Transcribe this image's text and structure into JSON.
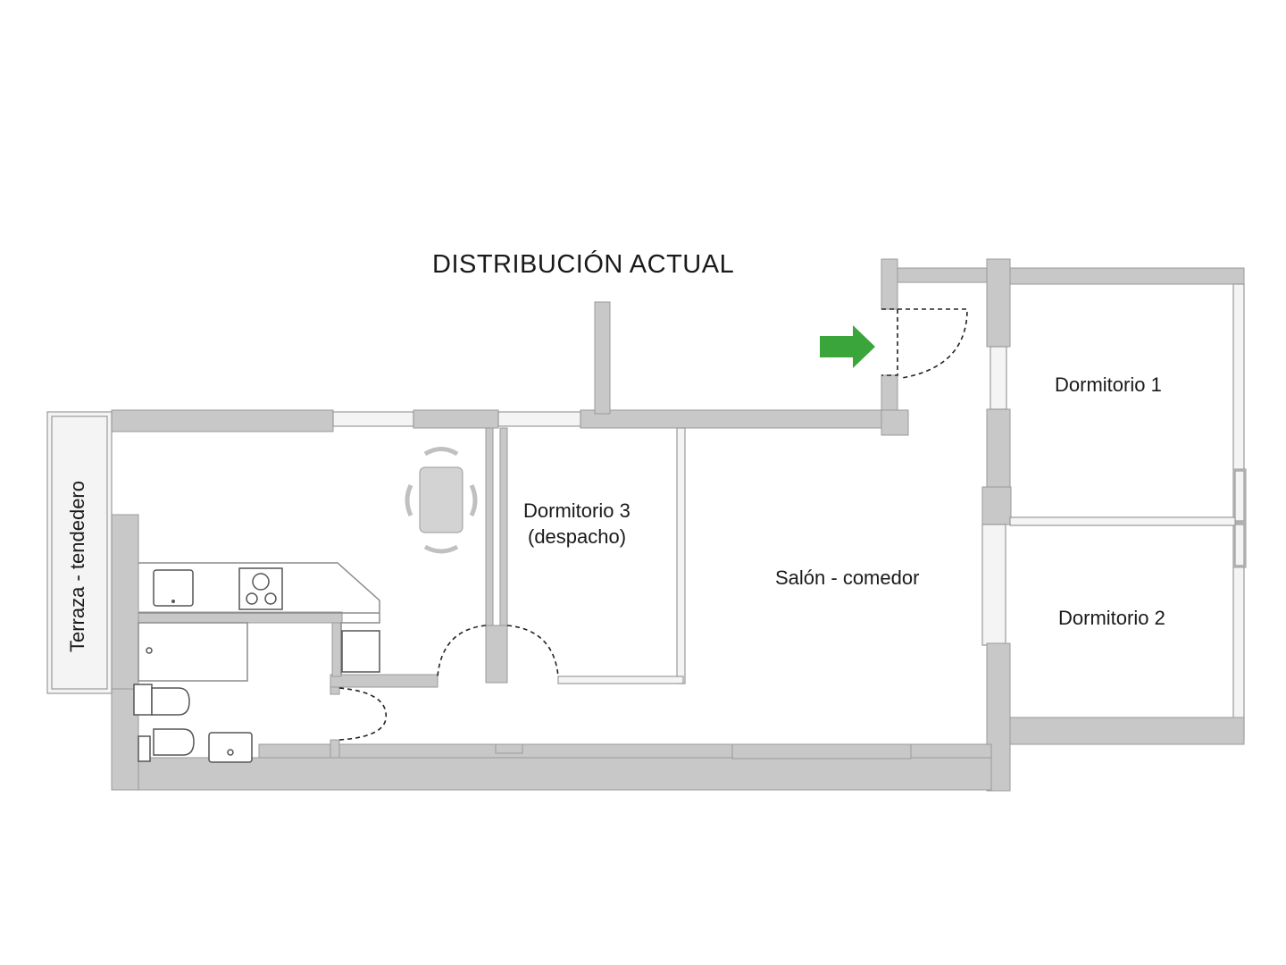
{
  "plan": {
    "title": "DISTRIBUCIÓN ACTUAL",
    "rooms": {
      "dormitorio_1": "Dormitorio 1",
      "dormitorio_2": "Dormitorio 2",
      "dormitorio_3_line1": "Dormitorio 3",
      "dormitorio_3_line2": "(despacho)",
      "salon": "Salón - comedor",
      "terraza": "Terraza - tendedero"
    },
    "entrance_arrow_color": "#3aa53a",
    "wall_color": "#c8c8c8"
  }
}
